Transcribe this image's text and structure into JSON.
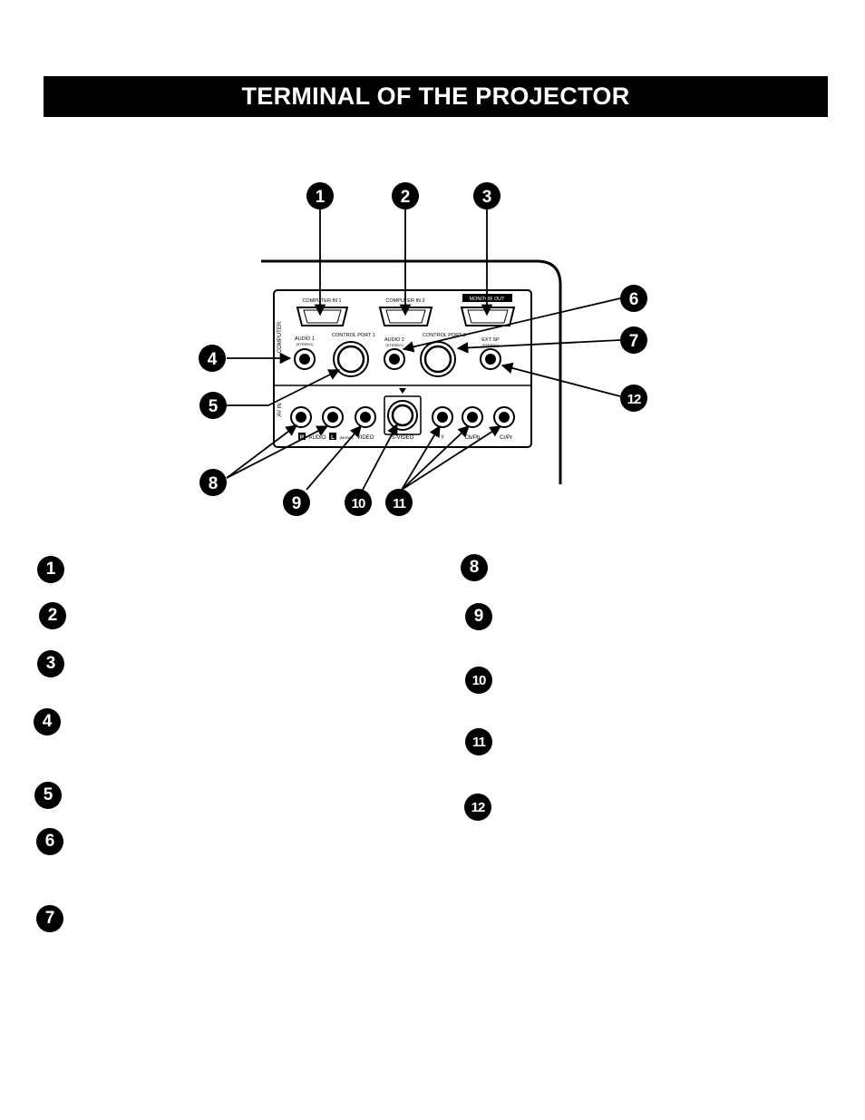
{
  "page": {
    "title": "TERMINAL OF THE PROJECTOR"
  },
  "panel_labels": {
    "computer_in_1": "COMPUTER IN 1",
    "computer_in_2": "COMPUTER IN 2",
    "monitor_out": "MONITOR OUT",
    "computer_side": "COMPUTER",
    "audio_1": "AUDIO 1",
    "audio_1_sub": "(STEREO)",
    "control_port_1": "CONTROL PORT 1",
    "audio_2": "AUDIO 2",
    "audio_2_sub": "(STEREO)",
    "control_port_2": "CONTROL PORT 2",
    "ext_sp": "EXT SP",
    "ext_sp_sub": "(STEREO)",
    "av_in_side": "AV IN",
    "r_mark": "R",
    "audio": "AUDIO",
    "l_mark": "L",
    "mono": "(MONO)",
    "video": "VIDEO",
    "s_video": "S-VIDEO",
    "y": "Y",
    "cb_pb": "Cb/Pb",
    "cr_pr": "Cr/Pr"
  },
  "callouts": [
    "1",
    "2",
    "3",
    "4",
    "5",
    "6",
    "7",
    "8",
    "9",
    "10",
    "11",
    "12"
  ],
  "legend": {
    "left": [
      "1",
      "2",
      "3",
      "4",
      "5",
      "6",
      "7"
    ],
    "right": [
      "8",
      "9",
      "10",
      "11",
      "12"
    ]
  }
}
